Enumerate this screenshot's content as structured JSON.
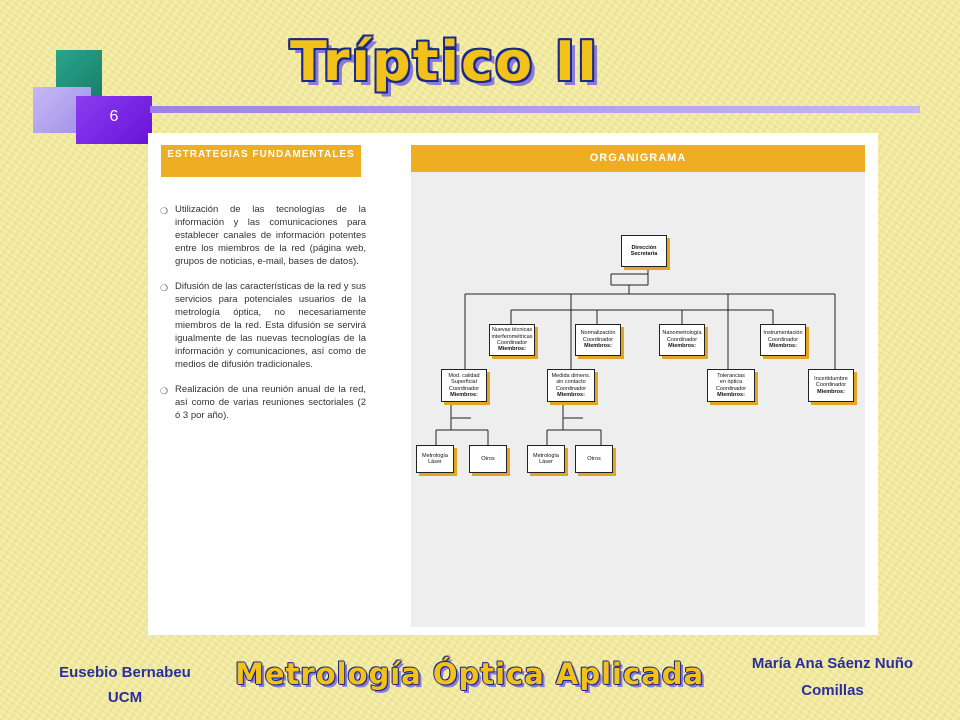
{
  "slide": {
    "title": "Tríptico II",
    "number": "6"
  },
  "document": {
    "left_header": "ESTRATEGIAS FUNDAMENTALES",
    "right_header": "ORGANIGRAMA",
    "bullets": [
      "Utilización de las tecnologías de la información y las comunicaciones para establecer canales de información potentes entre los miembros de la red (página web, grupos de noticias, e-mail, bases de datos).",
      "Difusión de las características de la red y sus servicios para potenciales usuarios de la metrología óptica, no necesariamente miembros de la red. Esta difusión se servirá igualmente de las nuevas tecnologías de la información y comunicaciones, así como de medios de difusión tradicionales.",
      "Realización de una reunión anual de la red, así como de varias reuniones sectoriales (2 ó 3 por año)."
    ],
    "org": {
      "root": [
        "Dirección",
        "Secretaría"
      ],
      "middle": [
        {
          "lines": [
            "Nuevas técnicas",
            "interferométricas",
            "Coordinador",
            "Miembros:"
          ]
        },
        {
          "lines": [
            "Normalización",
            "Coordinador",
            "Miembros:"
          ]
        },
        {
          "lines": [
            "Nanometrología",
            "Coordinador",
            "Miembros:"
          ]
        },
        {
          "lines": [
            "Instrumentación",
            "Coordinador",
            "Miembros:"
          ]
        }
      ],
      "lower": [
        {
          "lines": [
            "Mod. calidad",
            "Superficial",
            "Coordinador",
            "Miembros:"
          ]
        },
        {
          "lines": [
            "Medida dimens.",
            "sin contacto",
            "Coordinador",
            "Miembros:"
          ]
        },
        {
          "lines": [
            "Tolerancias",
            "en óptica",
            "Coordinador",
            "Miembros:"
          ]
        },
        {
          "lines": [
            "Incertidumbre",
            "Coordinador",
            "Miembros:"
          ]
        }
      ],
      "leaves": [
        {
          "lines": [
            "Metrología",
            "Láser"
          ]
        },
        {
          "lines": [
            "Otros"
          ]
        },
        {
          "lines": [
            "Metrología",
            "Láser"
          ]
        },
        {
          "lines": [
            "Otros"
          ]
        }
      ]
    }
  },
  "footer": {
    "left_name": "Eusebio Bernabeu",
    "left_org": "UCM",
    "title": "Metrología Óptica Aplicada",
    "right_name": "María Ana Sáenz Nuño",
    "right_org": "Comillas"
  }
}
